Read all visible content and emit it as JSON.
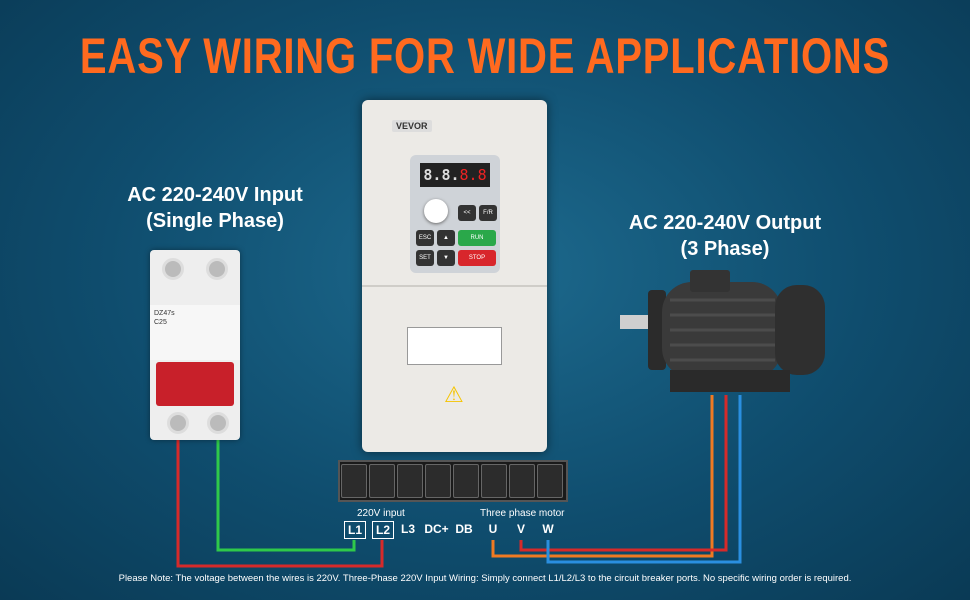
{
  "title": "EASY WIRING FOR WIDE APPLICATIONS",
  "input_label": {
    "line1": "AC 220-240V Input",
    "line2": "(Single Phase)"
  },
  "output_label": {
    "line1": "AC 220-240V Output",
    "line2": "(3 Phase)"
  },
  "vfd": {
    "brand": "VEVOR",
    "display_white": "8.8.",
    "display_red": "8.8",
    "keys": {
      "esc": "ESC",
      "set": "SET",
      "run": "RUN",
      "stop": "STOP",
      "fr": "F/R",
      "shift": "<<"
    }
  },
  "breaker": {
    "model": "DZ47s",
    "rating": "C25"
  },
  "terminals": {
    "input_caption": "220V input",
    "motor_caption": "Three phase motor",
    "labels": [
      "L1",
      "L2",
      "L3",
      "DC+",
      "DB",
      "U",
      "V",
      "W"
    ]
  },
  "note": "Please Note: The voltage between the wires is 220V.   Three-Phase 220V Input Wiring: Simply connect L1/L2/L3 to the circuit breaker ports. No specific wiring order is required.",
  "colors": {
    "title": "#ff6a1f",
    "wire_red": "#d62a2a",
    "wire_green": "#2fc94a",
    "wire_orange": "#f07a22",
    "wire_blue": "#2a8fe0"
  }
}
